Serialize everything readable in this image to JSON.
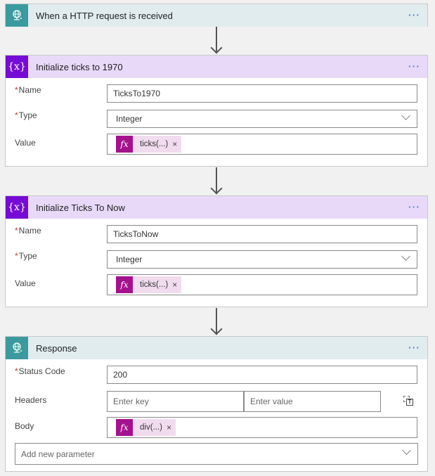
{
  "trigger": {
    "title": "When a HTTP request is received",
    "icon": "http-globe-icon",
    "more_label": "···",
    "color": "#3a9a9e"
  },
  "step1": {
    "title": "Initialize ticks to 1970",
    "icon": "variable-icon",
    "icon_text": "{x}",
    "more_label": "···",
    "color": "#770bd6",
    "fields": {
      "name_label": "Name",
      "name_value": "TicksTo1970",
      "type_label": "Type",
      "type_value": "Integer",
      "value_label": "Value",
      "value_token": "ticks(...)",
      "token_fx": "fx",
      "token_remove": "×"
    }
  },
  "step2": {
    "title": "Initialize Ticks To Now",
    "icon": "variable-icon",
    "icon_text": "{x}",
    "more_label": "···",
    "color": "#770bd6",
    "fields": {
      "name_label": "Name",
      "name_value": "TicksToNow",
      "type_label": "Type",
      "type_value": "Integer",
      "value_label": "Value",
      "value_token": "ticks(...)",
      "token_fx": "fx",
      "token_remove": "×"
    }
  },
  "response": {
    "title": "Response",
    "icon": "http-globe-icon",
    "more_label": "···",
    "color": "#3a9a9e",
    "fields": {
      "status_label": "Status Code",
      "status_value": "200",
      "headers_label": "Headers",
      "header_key_placeholder": "Enter key",
      "header_value_placeholder": "Enter value",
      "body_label": "Body",
      "body_token": "div(...)",
      "token_fx": "fx",
      "token_remove": "×",
      "add_param_placeholder": "Add new parameter"
    }
  },
  "required_marker": "*"
}
